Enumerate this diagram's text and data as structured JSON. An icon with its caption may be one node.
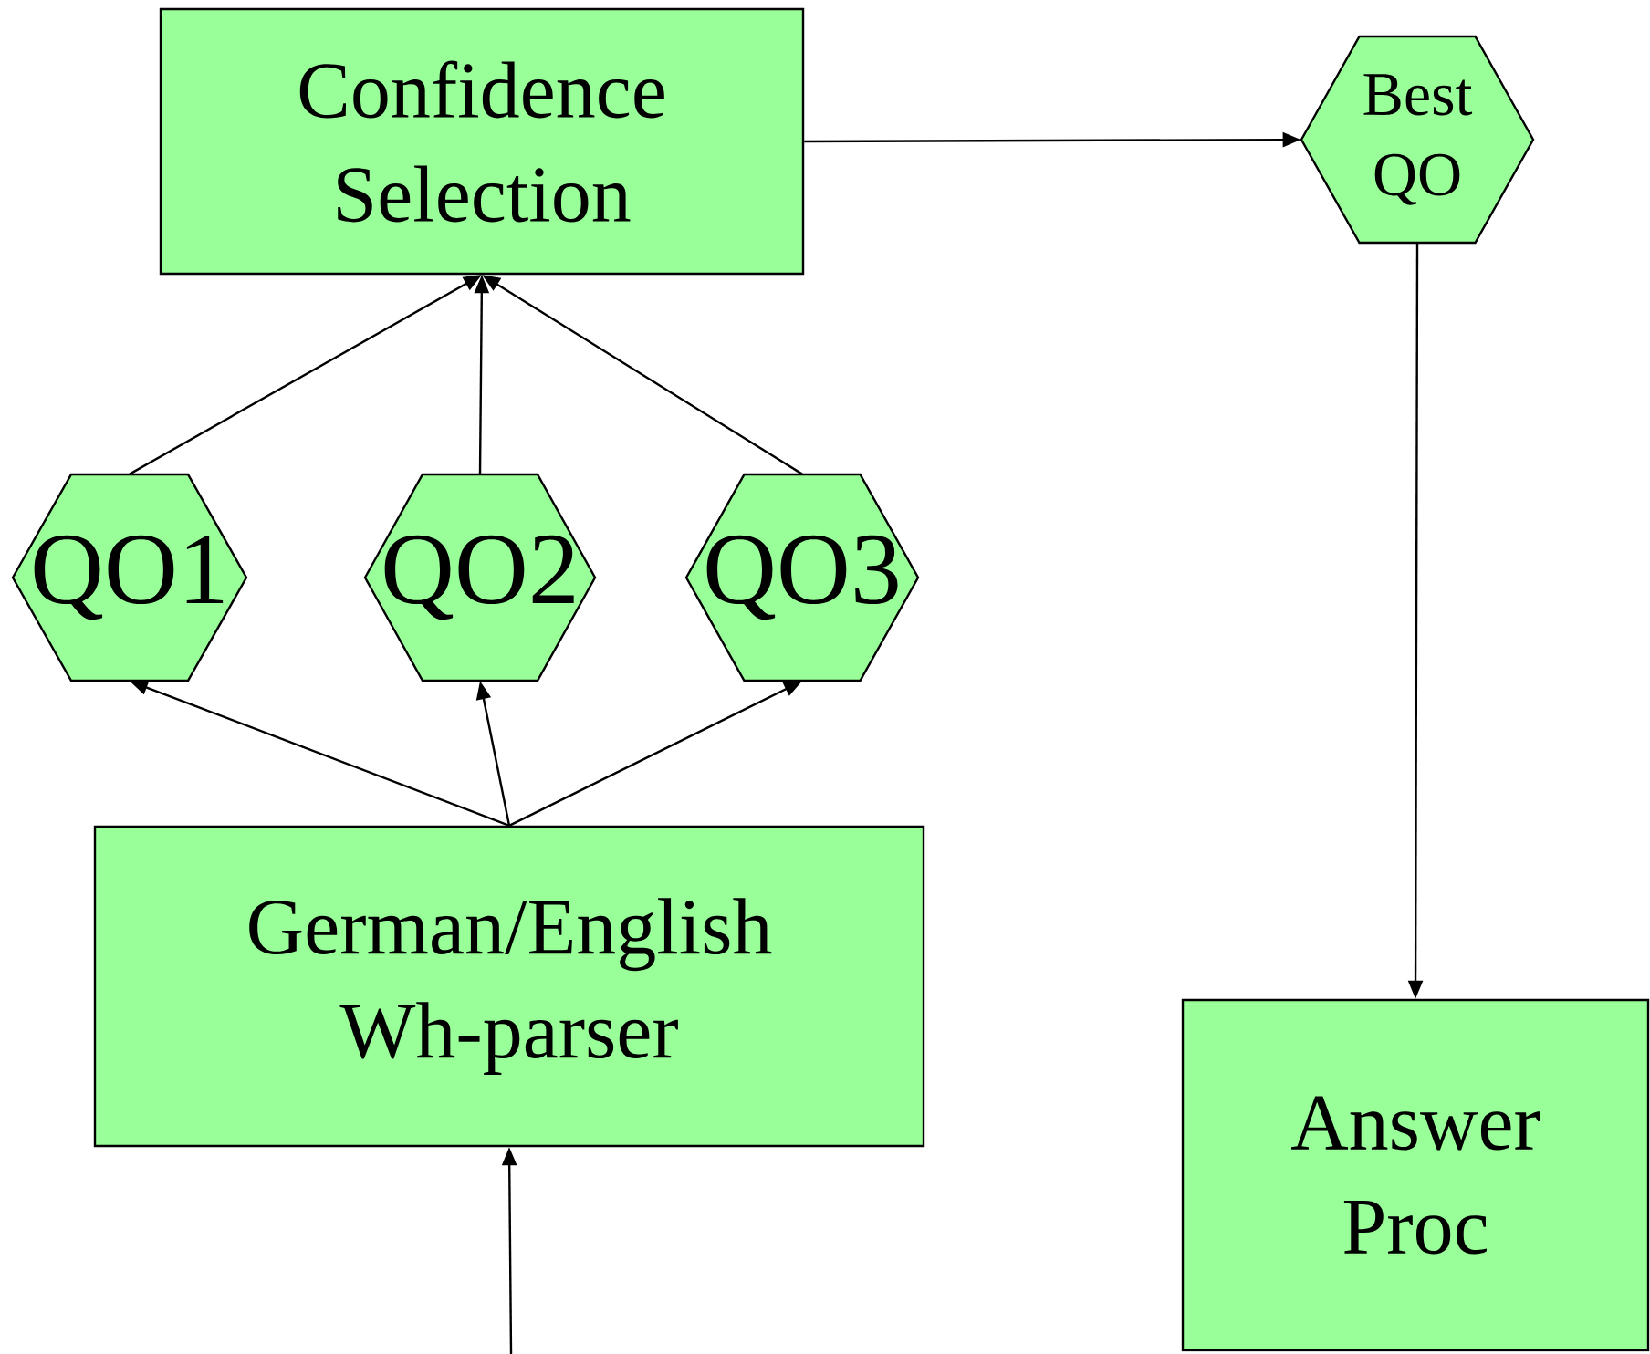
{
  "diagram": {
    "nodes": [
      {
        "text": [
          "Confidence Selection"
        ]
      },
      {
        "text": [
          "Best QO"
        ]
      },
      {
        "text": [
          "QO1"
        ]
      },
      {
        "text": [
          "QO2"
        ]
      },
      {
        "text": [
          "QO3"
        ]
      },
      {
        "text": [
          "German/English Wh-parser"
        ]
      },
      {
        "text": [
          "Answer Proc"
        ]
      }
    ],
    "edges": [
      {
        "from": 0,
        "to": 1,
        "arrow": "to"
      },
      {
        "from": 2,
        "to": 0,
        "arrow": "to"
      },
      {
        "from": 3,
        "to": 0,
        "arrow": "to"
      },
      {
        "from": 4,
        "to": 0,
        "arrow": "to"
      },
      {
        "from": 1,
        "to": 6,
        "arrow": "to"
      },
      {
        "from": 5,
        "to": 2,
        "arrow": "to"
      },
      {
        "from": 5,
        "to": 3,
        "arrow": "to"
      },
      {
        "from": 5,
        "to": 4,
        "arrow": "to"
      },
      {
        "from": null,
        "to": 5,
        "arrow": "to"
      }
    ]
  }
}
